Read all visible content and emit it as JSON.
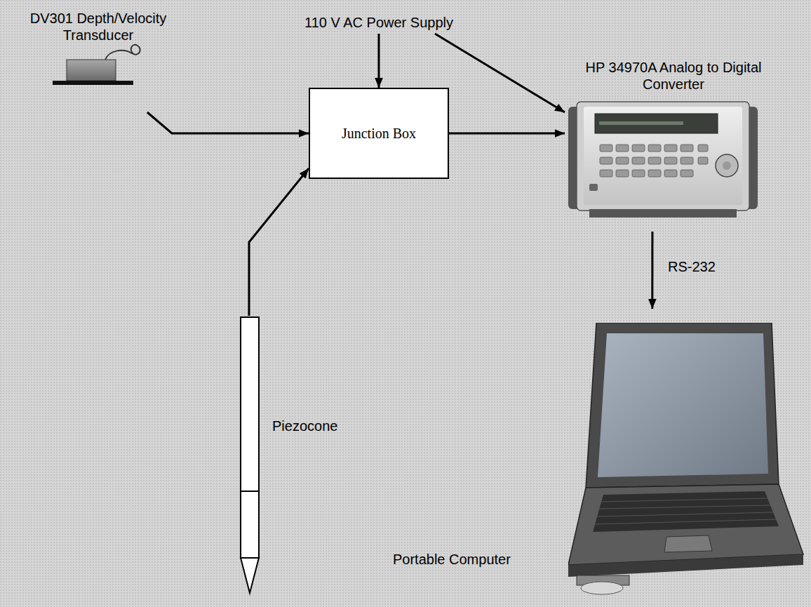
{
  "diagram": {
    "nodes": [
      {
        "text": [
          "DV301 Depth/Velocity Transducer"
        ]
      },
      {
        "text": [
          "110 V AC Power Supply"
        ]
      },
      {
        "text": [
          "Junction Box"
        ]
      },
      {
        "text": [
          "HP 34970A Analog to Digital Converter"
        ]
      },
      {
        "text": [
          "Piezocone"
        ]
      },
      {
        "text": [
          "Portable Computer"
        ]
      }
    ],
    "edges": [
      {
        "from": 0,
        "to": 2,
        "arrow": "to"
      },
      {
        "from": 1,
        "to": 2,
        "arrow": "to"
      },
      {
        "from": 1,
        "to": 3,
        "arrow": "to"
      },
      {
        "from": 2,
        "to": 3,
        "arrow": "to"
      },
      {
        "from": 4,
        "to": 2,
        "arrow": "to"
      },
      {
        "from": 3,
        "to": 5,
        "label": "RS-232",
        "arrow": "to"
      }
    ]
  }
}
